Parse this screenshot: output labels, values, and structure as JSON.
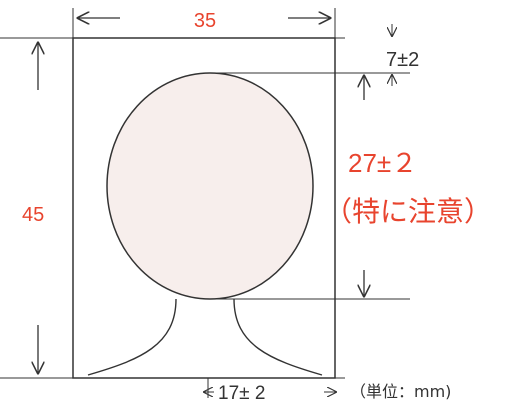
{
  "labels": {
    "width": "35",
    "height": "45",
    "top_margin": "7±2",
    "face_height": "27±２",
    "note": "（特に注意）",
    "chin_margin": "17± 2",
    "unit": "（単位：mm)"
  },
  "colors": {
    "dimension_text": "#e8442e",
    "line": "#333333",
    "face_fill": "#f7eeec"
  }
}
